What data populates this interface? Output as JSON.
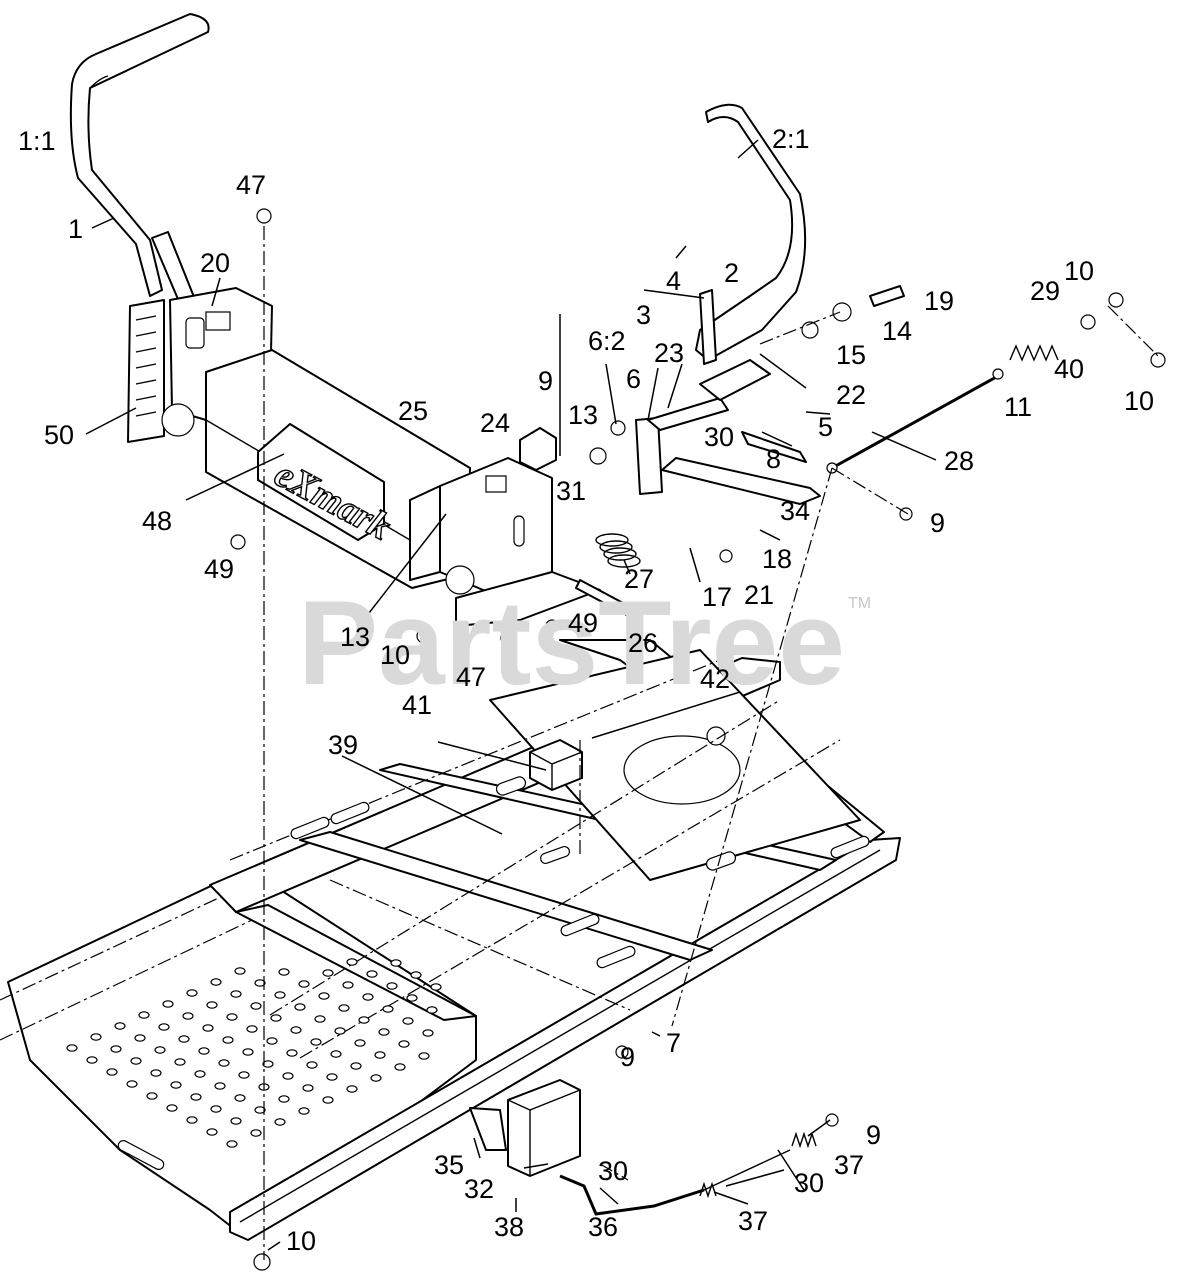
{
  "watermark": {
    "text": "PartsTree",
    "trademark": "TM"
  },
  "brand_plate": "eXmark",
  "callouts": [
    {
      "id": "c-1-1",
      "text": "1:1"
    },
    {
      "id": "c-1",
      "text": "1"
    },
    {
      "id": "c-47a",
      "text": "47"
    },
    {
      "id": "c-20",
      "text": "20"
    },
    {
      "id": "c-50",
      "text": "50"
    },
    {
      "id": "c-48",
      "text": "48"
    },
    {
      "id": "c-49a",
      "text": "49"
    },
    {
      "id": "c-13a",
      "text": "13"
    },
    {
      "id": "c-10a",
      "text": "10"
    },
    {
      "id": "c-47b",
      "text": "47"
    },
    {
      "id": "c-49b",
      "text": "49"
    },
    {
      "id": "c-25",
      "text": "25"
    },
    {
      "id": "c-24",
      "text": "24"
    },
    {
      "id": "c-9a",
      "text": "9"
    },
    {
      "id": "c-13b",
      "text": "13"
    },
    {
      "id": "c-6-2",
      "text": "6:2"
    },
    {
      "id": "c-6",
      "text": "6"
    },
    {
      "id": "c-23",
      "text": "23"
    },
    {
      "id": "c-31",
      "text": "31"
    },
    {
      "id": "c-27",
      "text": "27"
    },
    {
      "id": "c-26",
      "text": "26"
    },
    {
      "id": "c-17",
      "text": "17"
    },
    {
      "id": "c-21",
      "text": "21"
    },
    {
      "id": "c-18",
      "text": "18"
    },
    {
      "id": "c-34",
      "text": "34"
    },
    {
      "id": "c-8",
      "text": "8"
    },
    {
      "id": "c-30a",
      "text": "30"
    },
    {
      "id": "c-5",
      "text": "5"
    },
    {
      "id": "c-22",
      "text": "22"
    },
    {
      "id": "c-2-1",
      "text": "2:1"
    },
    {
      "id": "c-4",
      "text": "4"
    },
    {
      "id": "c-2",
      "text": "2"
    },
    {
      "id": "c-3",
      "text": "3"
    },
    {
      "id": "c-19",
      "text": "19"
    },
    {
      "id": "c-14",
      "text": "14"
    },
    {
      "id": "c-15",
      "text": "15"
    },
    {
      "id": "c-10b",
      "text": "10"
    },
    {
      "id": "c-29",
      "text": "29"
    },
    {
      "id": "c-40",
      "text": "40"
    },
    {
      "id": "c-10c",
      "text": "10"
    },
    {
      "id": "c-11",
      "text": "11"
    },
    {
      "id": "c-28",
      "text": "28"
    },
    {
      "id": "c-9b",
      "text": "9"
    },
    {
      "id": "c-42",
      "text": "42"
    },
    {
      "id": "c-41",
      "text": "41"
    },
    {
      "id": "c-39",
      "text": "39"
    },
    {
      "id": "c-9c",
      "text": "9"
    },
    {
      "id": "c-7",
      "text": "7"
    },
    {
      "id": "c-35",
      "text": "35"
    },
    {
      "id": "c-32",
      "text": "32"
    },
    {
      "id": "c-38",
      "text": "38"
    },
    {
      "id": "c-36",
      "text": "36"
    },
    {
      "id": "c-30b",
      "text": "30"
    },
    {
      "id": "c-30c",
      "text": "30"
    },
    {
      "id": "c-37a",
      "text": "37"
    },
    {
      "id": "c-37b",
      "text": "37"
    },
    {
      "id": "c-9d",
      "text": "9"
    },
    {
      "id": "c-10d",
      "text": "10"
    }
  ]
}
